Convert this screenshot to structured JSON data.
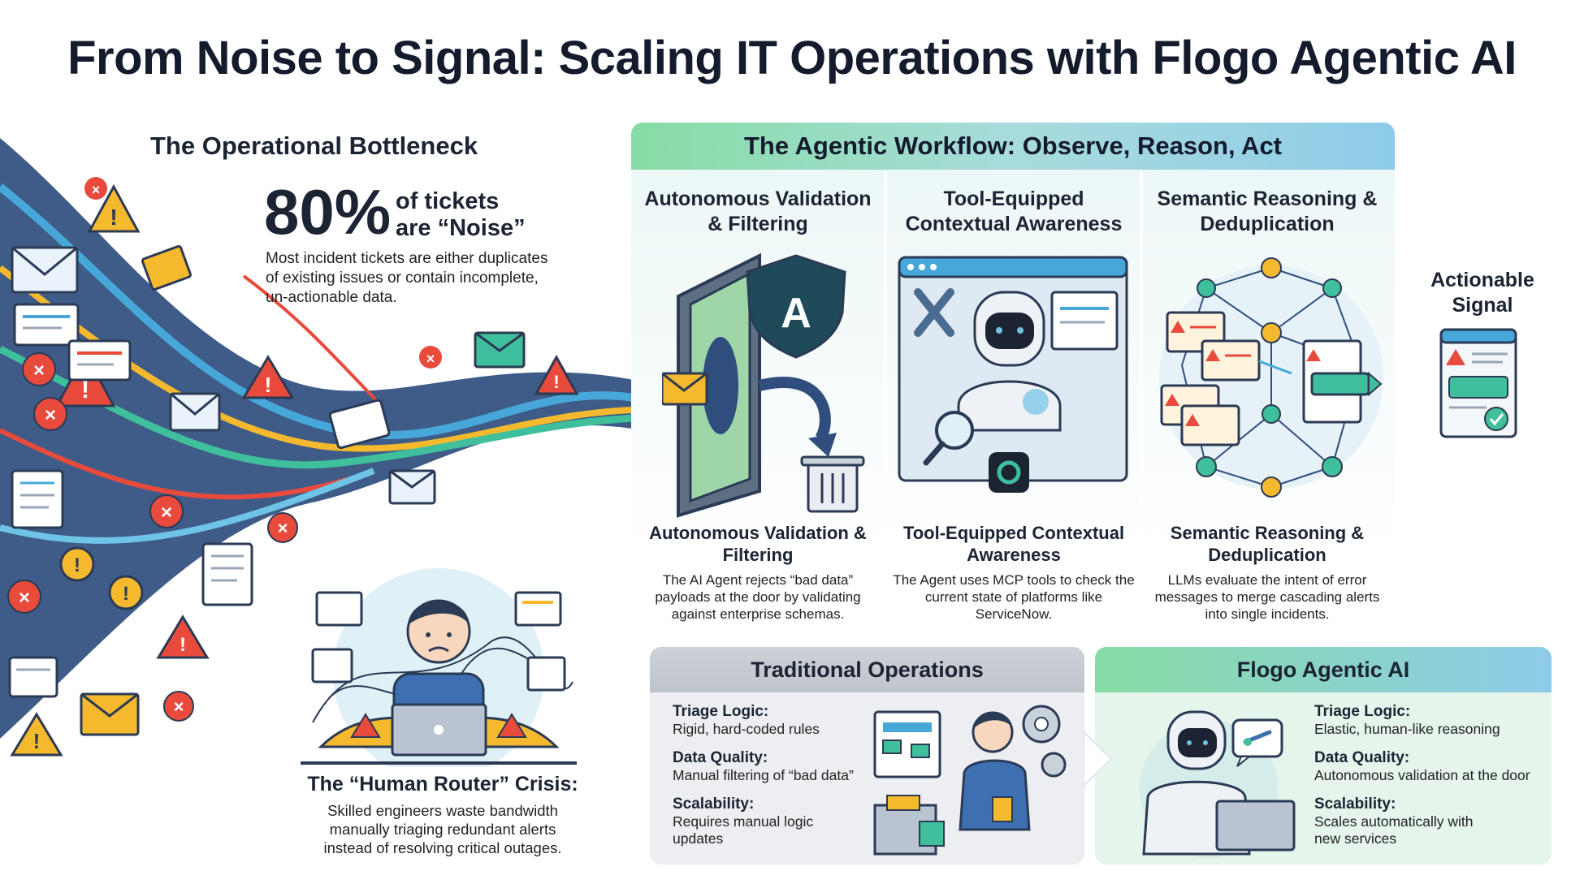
{
  "title": "From Noise to Signal: Scaling IT Operations with Flogo Agentic AI",
  "bottleneck": {
    "title": "The Operational Bottleneck",
    "stat_number": "80%",
    "stat_caption_line1": "of tickets",
    "stat_caption_line2": "are “Noise”",
    "description": "Most incident tickets are either duplicates of existing issues or contain incomplete, un-actionable data.",
    "crisis_title": "The “Human Router” Crisis:",
    "crisis_description": "Skilled engineers waste bandwidth manually triaging redundant alerts instead of resolving critical outages."
  },
  "workflow": {
    "header": "The Agentic Workflow: Observe, Reason, Act",
    "columns": [
      {
        "title": "Autonomous Validation & Filtering",
        "subtitle": "Autonomous Validation & Filtering",
        "description": "The AI Agent rejects “bad data” payloads at the door by validating against enterprise schemas."
      },
      {
        "title": "Tool-Equipped Contextual Awareness",
        "subtitle": "Tool-Equipped Contextual Awareness",
        "description": "The Agent uses MCP tools to check the current state of platforms like ServiceNow."
      },
      {
        "title": "Semantic Reasoning & Deduplication",
        "subtitle": "Semantic Reasoning & Deduplication",
        "description": "LLMs evaluate the intent of error messages to merge cascading alerts into single incidents."
      }
    ]
  },
  "signal": {
    "title": "Actionable Signal"
  },
  "comparison": {
    "traditional": {
      "header": "Traditional Operations",
      "rows": [
        {
          "label": "Triage Logic:",
          "value": "Rigid, hard-coded rules"
        },
        {
          "label": "Data Quality:",
          "value": "Manual filtering of “bad data”"
        },
        {
          "label": "Scalability:",
          "value": "Requires manual logic updates"
        }
      ]
    },
    "flogo": {
      "header": "Flogo Agentic AI",
      "rows": [
        {
          "label": "Triage Logic:",
          "value": "Elastic, human-like reasoning"
        },
        {
          "label": "Data Quality:",
          "value": "Autonomous validation at the door"
        },
        {
          "label": "Scalability:",
          "value": "Scales automatically with new services"
        }
      ]
    }
  },
  "colors": {
    "alert_red": "#e84b3c",
    "warning_yellow": "#f5b92e",
    "stream_blue": "#2f4e7e",
    "accent_green": "#86dca4",
    "accent_blue": "#8ecbe9",
    "agent_shield": "#1f4a5a"
  },
  "icons": [
    "envelope-icon",
    "warning-icon",
    "error-x-icon",
    "document-icon",
    "shield-a-icon",
    "portal-icon",
    "trash-bin-icon",
    "robot-icon",
    "wrench-icon",
    "magnifier-icon",
    "graph-network-icon",
    "checkmark-icon",
    "gear-icon",
    "stressed-engineer",
    "laptop-icon"
  ]
}
